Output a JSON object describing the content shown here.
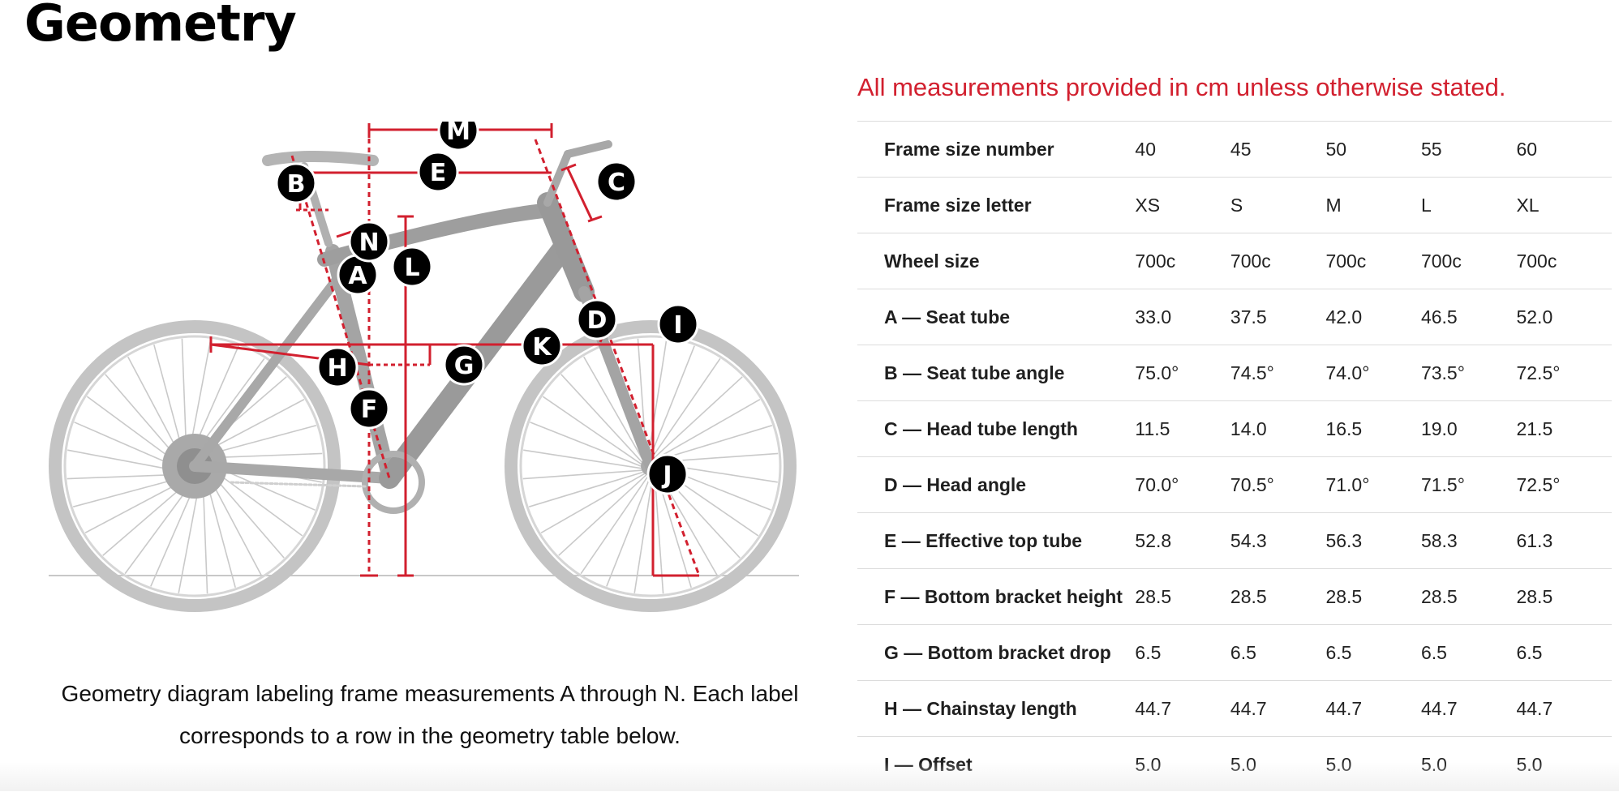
{
  "page": {
    "title": "Geometry",
    "notice": "All measurements provided in cm unless otherwise stated.",
    "caption": "Geometry diagram labeling frame measurements A through N. Each label corresponds to a row in the geometry table below."
  },
  "colors": {
    "accent": "#d2202f",
    "marker": "#000000",
    "bike": "#bdbdbd"
  },
  "diagram": {
    "labels": [
      "A",
      "B",
      "C",
      "D",
      "E",
      "F",
      "G",
      "H",
      "I",
      "J",
      "K",
      "L",
      "M",
      "N"
    ]
  },
  "table": {
    "rows": [
      {
        "label": "Frame size number",
        "values": [
          "40",
          "45",
          "50",
          "55",
          "60"
        ]
      },
      {
        "label": "Frame size letter",
        "values": [
          "XS",
          "S",
          "M",
          "L",
          "XL"
        ]
      },
      {
        "label": "Wheel size",
        "values": [
          "700c",
          "700c",
          "700c",
          "700c",
          "700c"
        ]
      },
      {
        "label": "A — Seat tube",
        "values": [
          "33.0",
          "37.5",
          "42.0",
          "46.5",
          "52.0"
        ]
      },
      {
        "label": "B — Seat tube angle",
        "values": [
          "75.0°",
          "74.5°",
          "74.0°",
          "73.5°",
          "72.5°"
        ]
      },
      {
        "label": "C — Head tube length",
        "values": [
          "11.5",
          "14.0",
          "16.5",
          "19.0",
          "21.5"
        ]
      },
      {
        "label": "D — Head angle",
        "values": [
          "70.0°",
          "70.5°",
          "71.0°",
          "71.5°",
          "72.5°"
        ]
      },
      {
        "label": "E — Effective top tube",
        "values": [
          "52.8",
          "54.3",
          "56.3",
          "58.3",
          "61.3"
        ]
      },
      {
        "label": "F — Bottom bracket height",
        "values": [
          "28.5",
          "28.5",
          "28.5",
          "28.5",
          "28.5"
        ]
      },
      {
        "label": "G — Bottom bracket drop",
        "values": [
          "6.5",
          "6.5",
          "6.5",
          "6.5",
          "6.5"
        ]
      },
      {
        "label": "H — Chainstay length",
        "values": [
          "44.7",
          "44.7",
          "44.7",
          "44.7",
          "44.7"
        ]
      },
      {
        "label": "I — Offset",
        "values": [
          "5.0",
          "5.0",
          "5.0",
          "5.0",
          "5.0"
        ]
      }
    ]
  }
}
